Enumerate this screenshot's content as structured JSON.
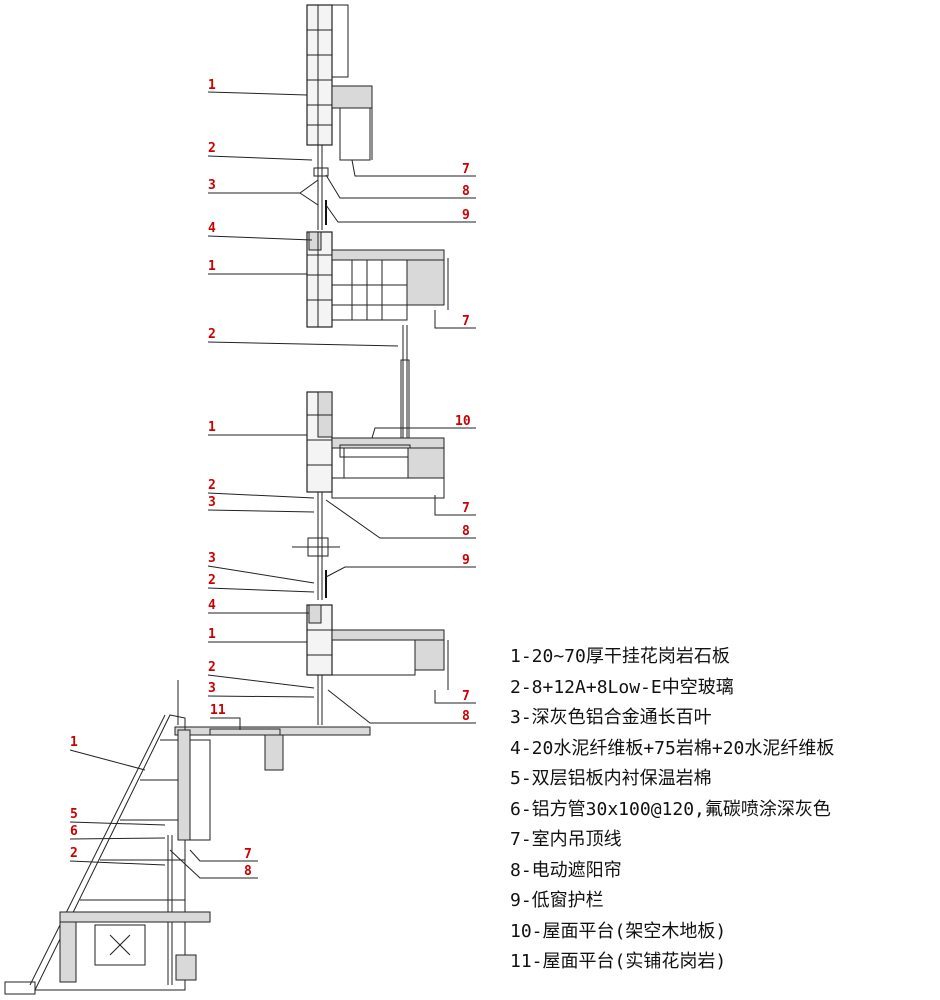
{
  "callouts": [
    {
      "num": "1"
    },
    {
      "num": "2"
    },
    {
      "num": "3"
    },
    {
      "num": "4"
    },
    {
      "num": "1"
    },
    {
      "num": "2"
    },
    {
      "num": "1"
    },
    {
      "num": "2"
    },
    {
      "num": "3"
    },
    {
      "num": "3"
    },
    {
      "num": "2"
    },
    {
      "num": "4"
    },
    {
      "num": "1"
    },
    {
      "num": "2"
    },
    {
      "num": "3"
    },
    {
      "num": "1"
    },
    {
      "num": "5"
    },
    {
      "num": "6"
    },
    {
      "num": "2"
    },
    {
      "num": "7"
    },
    {
      "num": "8"
    },
    {
      "num": "9"
    },
    {
      "num": "7"
    },
    {
      "num": "10"
    },
    {
      "num": "7"
    },
    {
      "num": "8"
    },
    {
      "num": "9"
    },
    {
      "num": "7"
    },
    {
      "num": "8"
    },
    {
      "num": "11"
    },
    {
      "num": "7"
    },
    {
      "num": "8"
    }
  ],
  "legend": [
    "1-20~70厚干挂花岗岩石板",
    "2-8+12A+8Low-E中空玻璃",
    "3-深灰色铝合金通长百叶",
    "4-20水泥纤维板+75岩棉+20水泥纤维板",
    "5-双层铝板内衬保温岩棉",
    "6-铝方管30x100@120,氟碳喷涂深灰色",
    "7-室内吊顶线",
    "8-电动遮阳帘",
    "9-低窗护栏",
    "10-屋面平台(架空木地板)",
    "11-屋面平台(实铺花岗岩)"
  ],
  "colors": {
    "callout": "#cc0000",
    "line": "#222222",
    "text": "#111111"
  }
}
